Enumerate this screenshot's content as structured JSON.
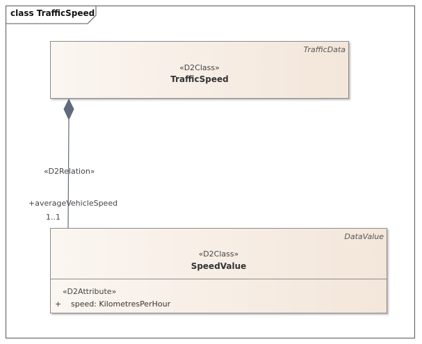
{
  "diagram": {
    "frame_title": "class TrafficSpeed"
  },
  "classes": {
    "traffic_speed": {
      "package": "TrafficData",
      "stereotype": "«D2Class»",
      "name": "TrafficSpeed"
    },
    "speed_value": {
      "package": "DataValue",
      "stereotype": "«D2Class»",
      "name": "SpeedValue",
      "attribute_stereotype": "«D2Attribute»",
      "attributes": [
        {
          "visibility": "+",
          "text": "speed: KilometresPerHour"
        }
      ]
    }
  },
  "association": {
    "stereotype": "«D2Relation»",
    "role": "+averageVehicleSpeed",
    "multiplicity": "1..1",
    "kind": "composition"
  },
  "colors": {
    "class_fill_start": "#fbf6f1",
    "class_fill_end": "#f3e6da",
    "connector": "#5f6b7a",
    "diamond": "#5f6b7a"
  }
}
